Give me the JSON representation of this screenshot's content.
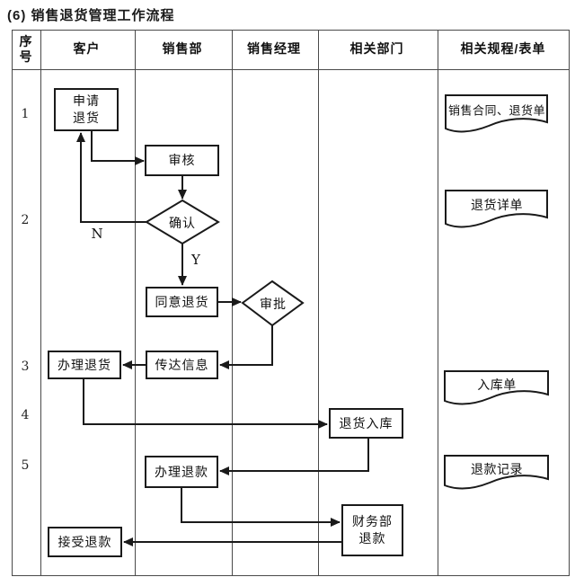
{
  "title": "(6) 销售退货管理工作流程",
  "table": {
    "headers": {
      "seq": "序号",
      "customer": "客户",
      "sales": "销售部",
      "manager": "销售经理",
      "departments": "相关部门",
      "forms": "相关规程/表单"
    }
  },
  "row_numbers": [
    "1",
    "2",
    "3",
    "4",
    "5"
  ],
  "nodes": {
    "apply": {
      "line1": "申请",
      "line2": "退货"
    },
    "review": {
      "label": "审核"
    },
    "confirm": {
      "label": "确认"
    },
    "agree": {
      "label": "同意退货"
    },
    "approve": {
      "label": "审批"
    },
    "convey": {
      "label": "传达信息"
    },
    "handle_return": {
      "label": "办理退货"
    },
    "warehouse_in": {
      "label": "退货入库"
    },
    "refund": {
      "label": "办理退款"
    },
    "finance": {
      "line1": "财务部",
      "line2": "退款"
    },
    "accept": {
      "label": "接受退款"
    }
  },
  "branch_labels": {
    "no": "N",
    "yes": "Y"
  },
  "documents": {
    "d1": "销售合同、退货单",
    "d2": "退货详单",
    "d3": "入库单",
    "d4": "退款记录"
  },
  "colors": {
    "line": "#1a1a1a",
    "table_line": "#4a4a4a",
    "background": "#ffffff"
  }
}
